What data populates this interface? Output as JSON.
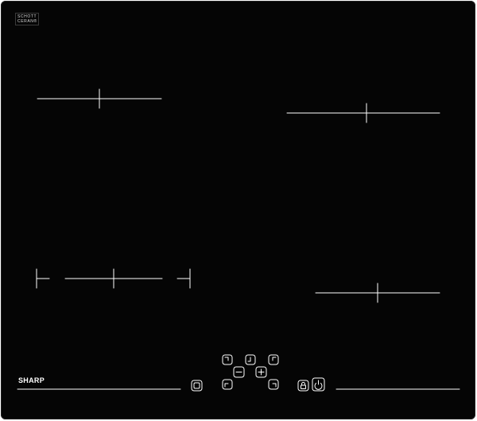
{
  "surface": {
    "color": "#050505",
    "line_color": "#ffffff"
  },
  "branding": {
    "maker_line1": "SCHOTT",
    "maker_line2": "CERAN®",
    "brand": "SHARP"
  },
  "zones": [
    {
      "id": "zone-rear-left"
    },
    {
      "id": "zone-rear-right"
    },
    {
      "id": "zone-front-left-bridge"
    },
    {
      "id": "zone-front-right"
    }
  ],
  "controls": {
    "icons": [
      "zone-select-rear-left-icon",
      "zone-select-rear-center-icon",
      "zone-select-rear-right-icon",
      "minus-icon",
      "plus-icon",
      "zone-select-front-left-icon",
      "zone-select-front-right-icon",
      "bridge-icon",
      "lock-icon",
      "power-icon"
    ]
  }
}
